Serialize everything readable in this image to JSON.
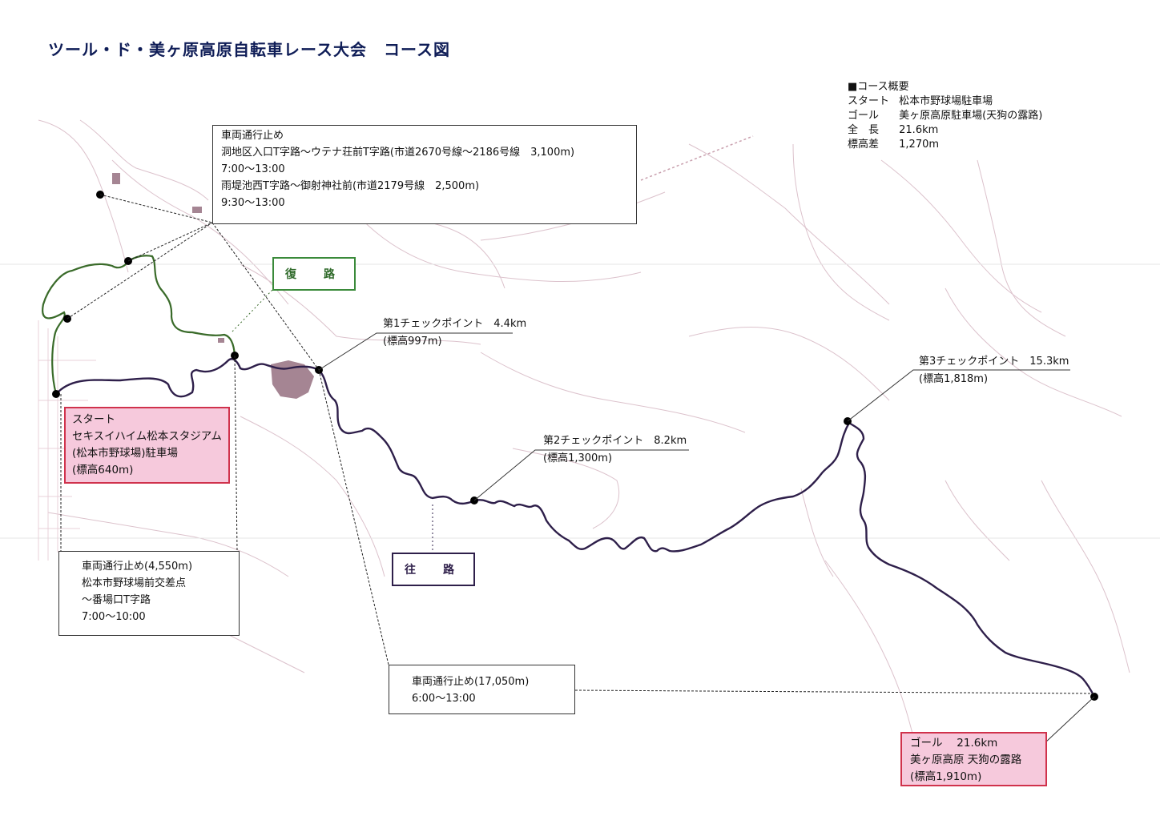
{
  "title": "ツール・ド・美ヶ原高原自転車レース大会　コース図",
  "summary": {
    "heading": "■コース概要",
    "start_label": "スタート",
    "start_value": "松本市野球場駐車場",
    "goal_label": "ゴール",
    "goal_value": "美ヶ原高原駐車場(天狗の露路)",
    "length_label": "全　長",
    "length_value": "21.6km",
    "elevation_label": "標高差",
    "elevation_value": "1,270m"
  },
  "closure_top": {
    "lines": [
      "車両通行止め",
      "洞地区入口T字路～ウテナ荘前T字路(市道2670号線～2186号線　3,100m)",
      "7:00～13:00",
      "雨堤池西T字路～御射神社前(市道2179号線　2,500m)",
      "9:30～13:00"
    ]
  },
  "return_route_label": "復　路",
  "outbound_route_label": "往　路",
  "checkpoints": [
    {
      "name": "第1チェックポイント　4.4km",
      "elevation": "(標高997m)"
    },
    {
      "name": "第2チェックポイント　8.2km",
      "elevation": "(標高1,300m)"
    },
    {
      "name": "第3チェックポイント　15.3km",
      "elevation": "(標高1,818m)"
    }
  ],
  "start_box": {
    "lines": [
      "スタート",
      "セキスイハイム松本スタジアム",
      "(松本市野球場)駐車場",
      "(標高640m)"
    ]
  },
  "closure_left": {
    "lines": [
      "車両通行止め(4,550m)",
      "松本市野球場前交差点",
      "～番場口T字路",
      "7:00～10:00"
    ]
  },
  "closure_bottom": {
    "lines": [
      "車両通行止め(17,050m)",
      "6:00～13:00"
    ]
  },
  "goal_box": {
    "lines": [
      "ゴール　 21.6km",
      "美ヶ原高原 天狗の露路",
      "(標高1,910m)"
    ]
  },
  "colors": {
    "outbound_route": "#2e1f4a",
    "return_route": "#3a6b2a",
    "roads": "#d8b8c4",
    "pink_box_fill": "#f6c9dc",
    "pink_box_border": "#d0324c",
    "title": "#0f1d57"
  }
}
